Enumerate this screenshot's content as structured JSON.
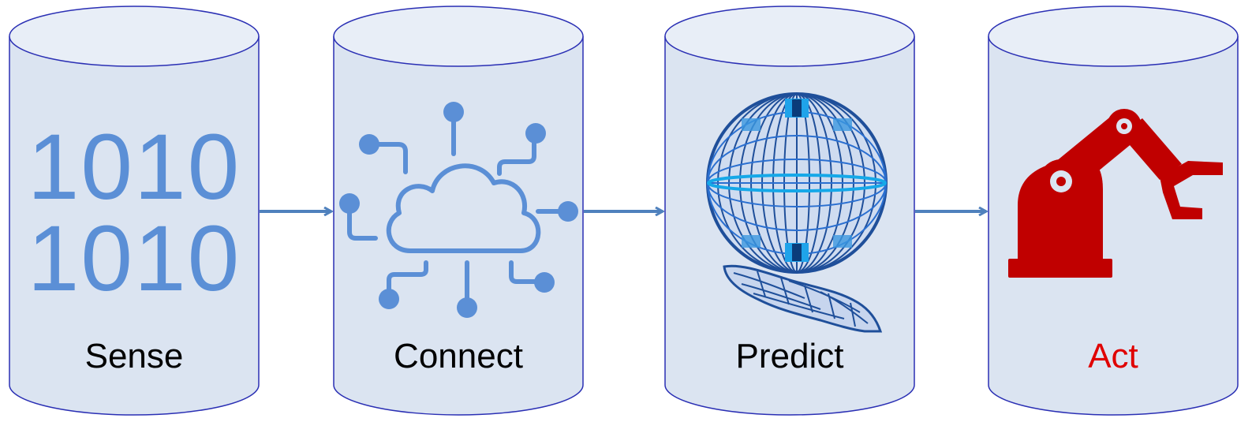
{
  "stages": [
    {
      "label": "Sense",
      "icon": "binary-data-icon"
    },
    {
      "label": "Connect",
      "icon": "cloud-network-icon"
    },
    {
      "label": "Predict",
      "icon": "tokamak-hand-icon"
    },
    {
      "label": "Act",
      "icon": "robot-arm-icon"
    }
  ],
  "binary": {
    "row1": "1010",
    "row2": "1010"
  },
  "colors": {
    "cylinder_fill": "#dbe4f1",
    "cylinder_top": "#e8eef7",
    "cylinder_stroke": "#2a2fb4",
    "arrow": "#4f81bd",
    "icon_blue": "#5b8fd6",
    "robot_red": "#c00000",
    "label_default": "#000000",
    "label_act": "#e00000"
  }
}
